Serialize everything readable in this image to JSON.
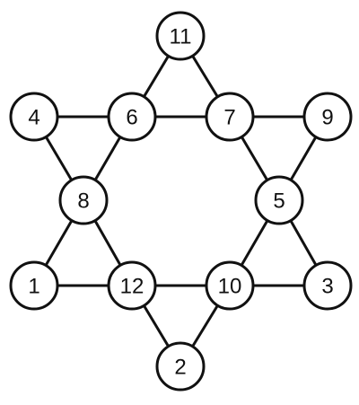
{
  "diagram": {
    "nodes": [
      {
        "id": "n11",
        "label": "11"
      },
      {
        "id": "n4",
        "label": "4"
      },
      {
        "id": "n6",
        "label": "6"
      },
      {
        "id": "n7",
        "label": "7"
      },
      {
        "id": "n9",
        "label": "9"
      },
      {
        "id": "n8",
        "label": "8"
      },
      {
        "id": "n5",
        "label": "5"
      },
      {
        "id": "n1",
        "label": "1"
      },
      {
        "id": "n12",
        "label": "12"
      },
      {
        "id": "n10",
        "label": "10"
      },
      {
        "id": "n3",
        "label": "3"
      },
      {
        "id": "n2",
        "label": "2"
      }
    ],
    "edges": [
      [
        "n11",
        "n6"
      ],
      [
        "n11",
        "n7"
      ],
      [
        "n4",
        "n6"
      ],
      [
        "n6",
        "n7"
      ],
      [
        "n7",
        "n9"
      ],
      [
        "n4",
        "n8"
      ],
      [
        "n6",
        "n8"
      ],
      [
        "n9",
        "n5"
      ],
      [
        "n7",
        "n5"
      ],
      [
        "n8",
        "n1"
      ],
      [
        "n8",
        "n12"
      ],
      [
        "n5",
        "n10"
      ],
      [
        "n5",
        "n3"
      ],
      [
        "n1",
        "n12"
      ],
      [
        "n12",
        "n10"
      ],
      [
        "n10",
        "n3"
      ],
      [
        "n12",
        "n2"
      ],
      [
        "n10",
        "n2"
      ]
    ]
  }
}
